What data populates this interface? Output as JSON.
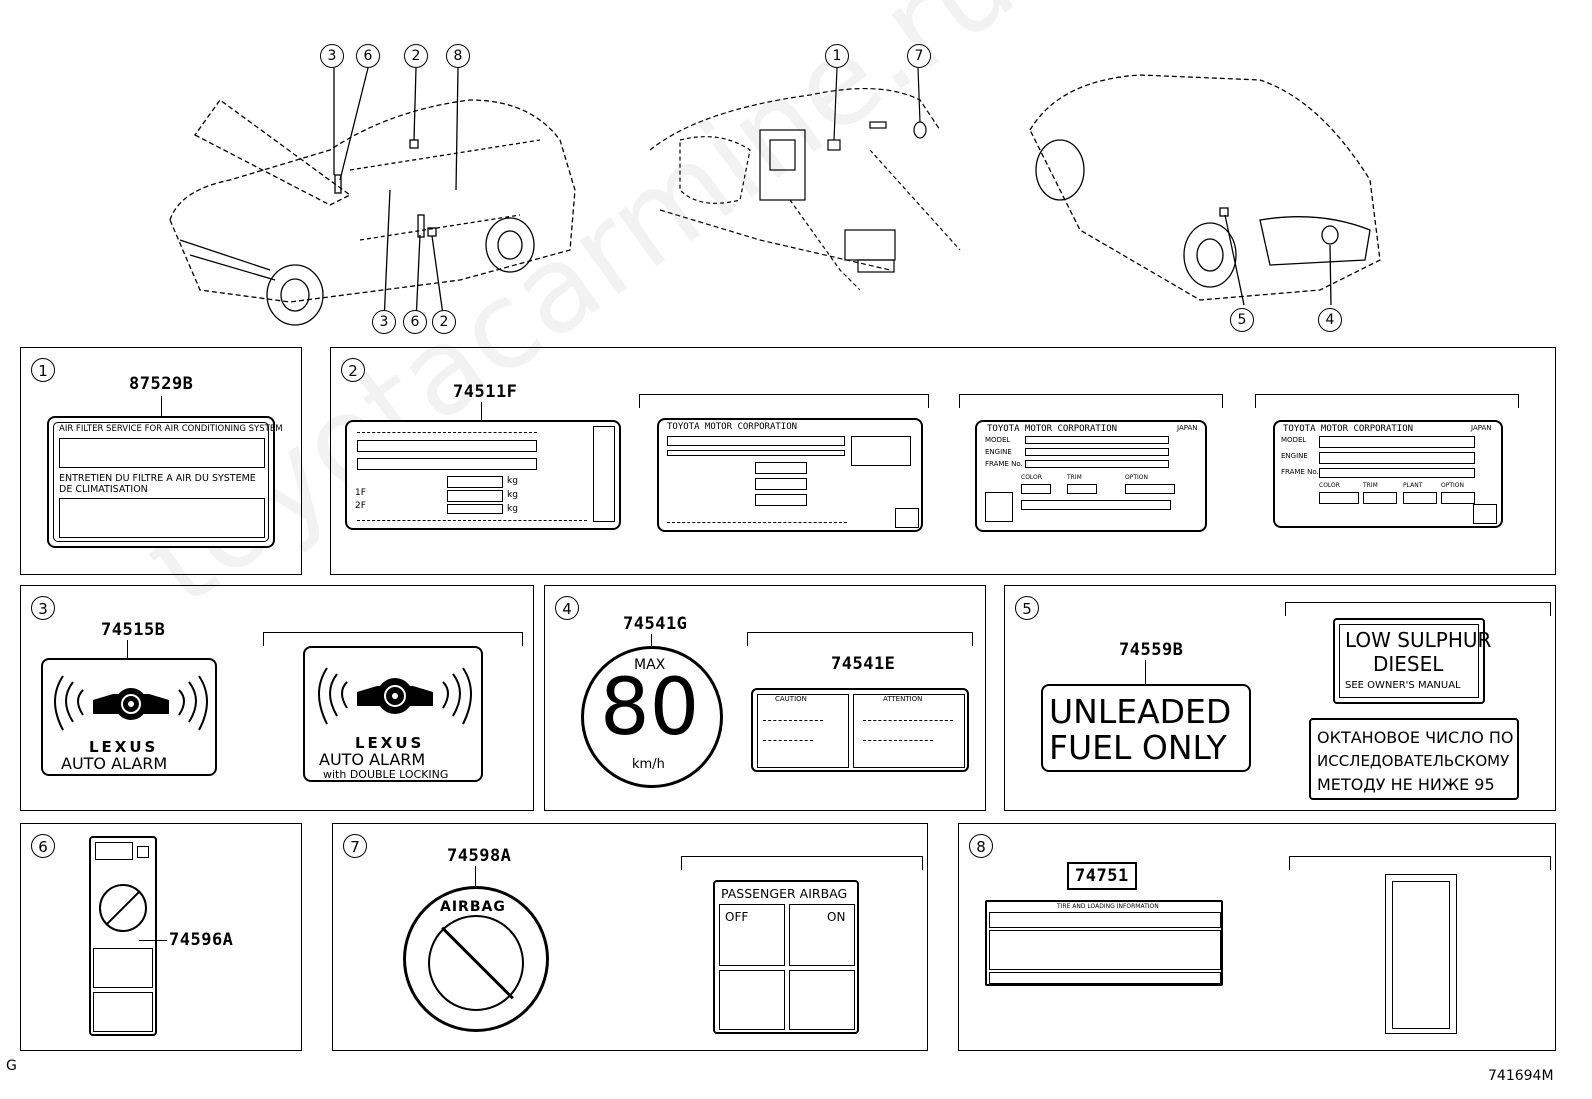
{
  "watermark": "toyotacarmine.ru",
  "corner_left": "G",
  "corner_right": "741694M",
  "callouts": {
    "car1": [
      "3",
      "6",
      "2",
      "8",
      "3",
      "6",
      "2"
    ],
    "dash": [
      "1",
      "7"
    ],
    "car2": [
      "5",
      "4"
    ]
  },
  "panels": {
    "p1": {
      "num": "1",
      "part": "87529B",
      "line1": "AIR FILTER SERVICE FOR AIR CONDITIONING SYSTEM",
      "line2": "ENTRETIEN DU FILTRE A AIR DU SYSTEME",
      "line3": "DE CLIMATISATION"
    },
    "p2": {
      "num": "2",
      "part": "74511F",
      "kg": "kg",
      "f1": "1F",
      "f2": "2F",
      "corp": "TOYOTA MOTOR CORPORATION",
      "japan": "JAPAN",
      "model": "MODEL",
      "engine": "ENGINE",
      "frame": "FRAME No.",
      "color": "COLOR",
      "trim": "TRIM",
      "plant": "PLANT",
      "option": "OPTION"
    },
    "p3": {
      "num": "3",
      "part": "74515B",
      "brand": "LEXUS",
      "alarm": "AUTO ALARM",
      "double": "with DOUBLE LOCKING"
    },
    "p4": {
      "num": "4",
      "part1": "74541G",
      "max": "MAX",
      "speed": "80",
      "unit": "km/h",
      "part2": "74541E",
      "caution": "CAUTION",
      "attention": "ATTENTION"
    },
    "p5": {
      "num": "5",
      "part": "74559B",
      "unleaded1": "UNLEADED",
      "unleaded2": "FUEL ONLY",
      "low1": "LOW SULPHUR",
      "low2": "DIESEL",
      "low3": "SEE OWNER'S MANUAL",
      "ru1": "ОКТАНОВОЕ ЧИСЛО ПО",
      "ru2": "ИССЛЕДОВАТЕЛЬСКОМУ",
      "ru3": "МЕТОДУ НЕ НИЖЕ 95"
    },
    "p6": {
      "num": "6",
      "part": "74596A"
    },
    "p7": {
      "num": "7",
      "part": "74598A",
      "airbag": "AIRBAG",
      "passenger": "PASSENGER AIRBAG",
      "off": "OFF",
      "on": "ON"
    },
    "p8": {
      "num": "8",
      "part": "74751",
      "tire_header": "TIRE AND LOADING INFORMATION"
    }
  }
}
